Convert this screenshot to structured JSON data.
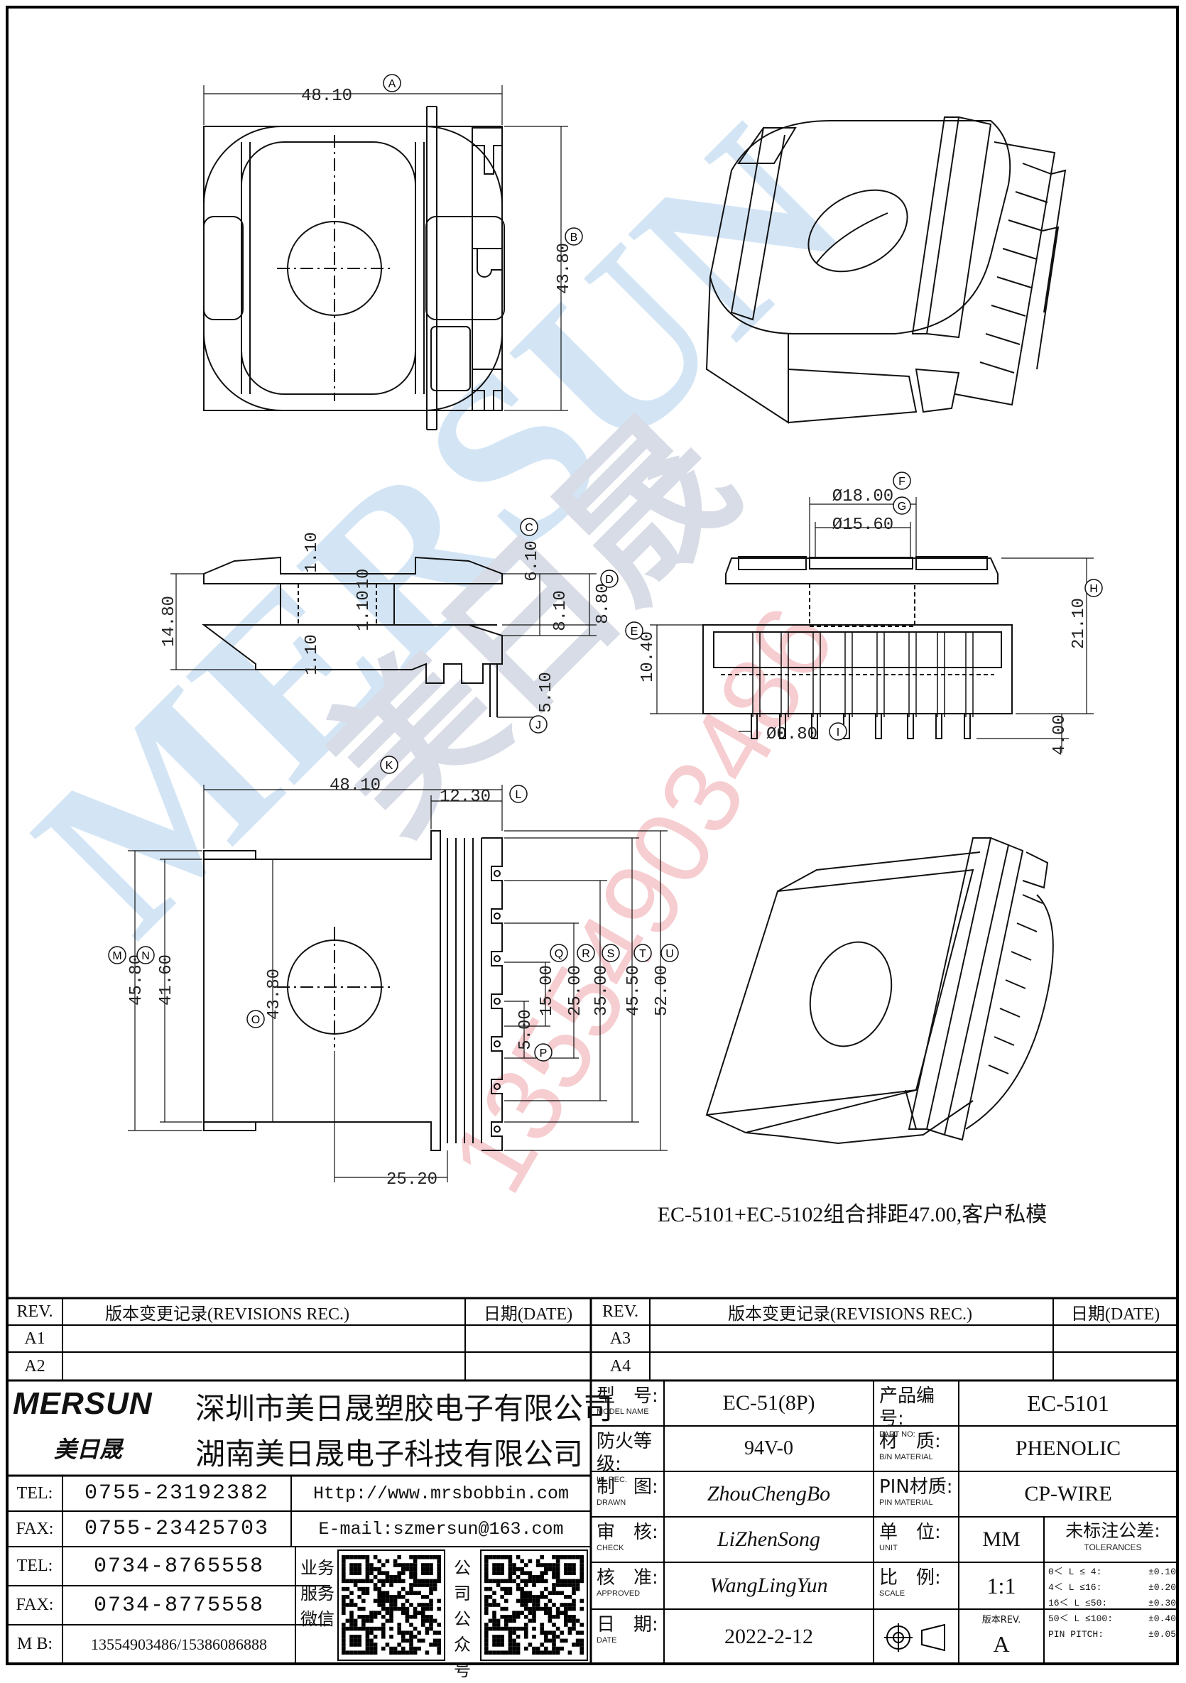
{
  "drawing": {
    "note": "EC-5101+EC-5102组合排距47.00,客户私模",
    "watermark": {
      "brand": "MERSUN",
      "cn": "美日晟",
      "phone": "13554903486"
    },
    "dims": {
      "A": "48.10",
      "B": "43.80",
      "C": "6.10",
      "D": "8.80",
      "E": "10.40",
      "F": "Ø18.00",
      "G": "Ø15.60",
      "H": "21.10",
      "I": "Ø0.80",
      "J": "5.10",
      "K": "48.10",
      "L": "12.30",
      "M": "45.80",
      "N": "41.60",
      "O": "43.80",
      "P": "5.00",
      "Q": "15.00",
      "R": "25.00",
      "S": "35.00",
      "T": "45.50",
      "U": "52.00",
      "side_110a": "1.10",
      "side_110b": "1.10",
      "side_110c": "1.10",
      "side_810": "8.10",
      "side_1480": "14.80",
      "side_10": "10",
      "front_400": "4.00",
      "bottom_2520": "25.20"
    },
    "callouts": [
      "A",
      "B",
      "C",
      "D",
      "E",
      "F",
      "G",
      "H",
      "I",
      "J",
      "K",
      "L",
      "M",
      "N",
      "O",
      "P",
      "Q",
      "R",
      "S",
      "T",
      "U"
    ]
  },
  "revisions_left": {
    "headers": {
      "rev": "REV.",
      "rec": "版本变更记录(REVISIONS REC.)",
      "date": "日期(DATE)"
    },
    "rows": [
      "A1",
      "A2"
    ]
  },
  "revisions_right": {
    "headers": {
      "rev": "REV.",
      "rec": "版本变更记录(REVISIONS REC.)",
      "date": "日期(DATE)"
    },
    "rows": [
      "A3",
      "A4"
    ]
  },
  "company": {
    "logo": "MERSUN",
    "logo_cn": "美日晟",
    "name1": "深圳市美日晟塑胶电子有限公司",
    "name2": "湖南美日晟电子科技有限公司"
  },
  "contacts": [
    {
      "label": "TEL:",
      "value": "0755-23192382",
      "extra": "Http://www.mrsbobbin.com"
    },
    {
      "label": "FAX:",
      "value": "0755-23425703",
      "extra": "E-mail:szmersun@163.com"
    },
    {
      "label": "TEL:",
      "value": "0734-8765558"
    },
    {
      "label": "FAX:",
      "value": "0734-8775558"
    },
    {
      "label": "M B:",
      "value": "13554903486/15386086888"
    }
  ],
  "qr": {
    "left_label": "业务服务微信",
    "right_label": "公司公众号"
  },
  "title_block": {
    "model_label": "型　号:",
    "model_label_en": "MODEL NAME",
    "model": "EC-51(8P)",
    "part_label": "产品编号:",
    "part_label_en": "PART NO:",
    "part": "EC-5101",
    "ul_label": "防火等级:",
    "ul_label_en": "UL REC.",
    "ul": "94V-0",
    "material_label": "材　质:",
    "material_label_en": "B/N MATERIAL",
    "material": "PHENOLIC",
    "drawn_label": "制　图:",
    "drawn_label_en": "DRAWN",
    "drawn": "ZhouChengBo",
    "pin_label": "PIN材质:",
    "pin_label_en": "PIN MATERIAL",
    "pin": "CP-WIRE",
    "check_label": "审　核:",
    "check_label_en": "CHECK",
    "check": "LiZhenSong",
    "unit_label": "单　位:",
    "unit_label_en": "UNIT",
    "unit": "MM",
    "tol_label": "未标注公差:",
    "tol_label_en": "TOLERANCES",
    "approved_label": "核　准:",
    "approved_label_en": "APPROVED",
    "approved": "WangLingYun",
    "scale_label": "比　例:",
    "scale_label_en": "SCALE",
    "scale": "1:1",
    "date_label": "日　期:",
    "date_label_en": "DATE",
    "date": "2022-2-12",
    "version_label": "版本REV.",
    "version": "A",
    "tolerances": [
      {
        "range": "0＜ L ≤  4:",
        "tol": "±0.10"
      },
      {
        "range": "4＜ L ≤16:",
        "tol": "±0.20"
      },
      {
        "range": "16＜ L ≤50:",
        "tol": "±0.30"
      },
      {
        "range": "50＜ L ≤100:",
        "tol": "±0.40"
      },
      {
        "range": "PIN PITCH:",
        "tol": "±0.05"
      }
    ]
  }
}
